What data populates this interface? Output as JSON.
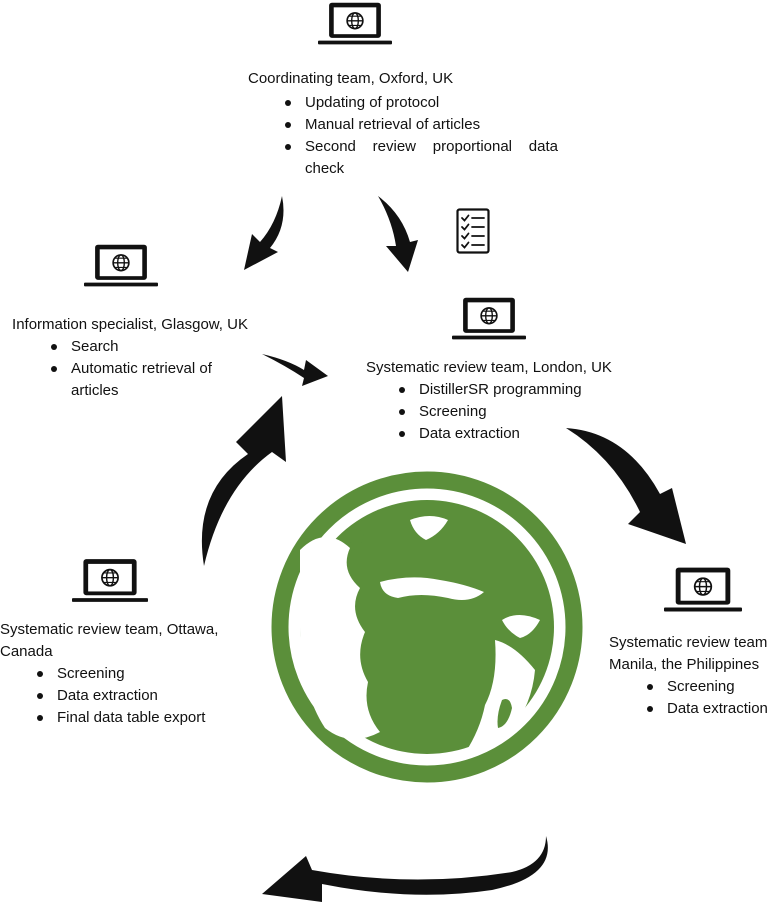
{
  "nodes": {
    "oxford": {
      "title": "Coordinating team, Oxford, UK",
      "bullets": [
        "Updating of protocol",
        "Manual retrieval of articles",
        "Second review proportional data check"
      ]
    },
    "glasgow": {
      "title": "Information specialist, Glasgow, UK",
      "bullets": [
        "Search",
        "Automatic retrieval of articles"
      ]
    },
    "london": {
      "title": "Systematic review team, London, UK",
      "bullets": [
        "DistillerSR programming",
        "Screening",
        "Data extraction"
      ]
    },
    "ottawa": {
      "title": "Systematic review team, Ottawa, Canada",
      "bullets": [
        "Screening",
        "Data extraction",
        "Final data table export"
      ]
    },
    "manila": {
      "title": "Systematic review team Manila, the Philippines",
      "bullets": [
        "Screening",
        "Data extraction"
      ]
    }
  },
  "icons": {
    "laptop": "laptop-globe-icon",
    "checklist": "checklist-icon",
    "globe": "earth-globe-icon"
  },
  "colors": {
    "globe": "#5b8f3a",
    "ink": "#111111"
  }
}
